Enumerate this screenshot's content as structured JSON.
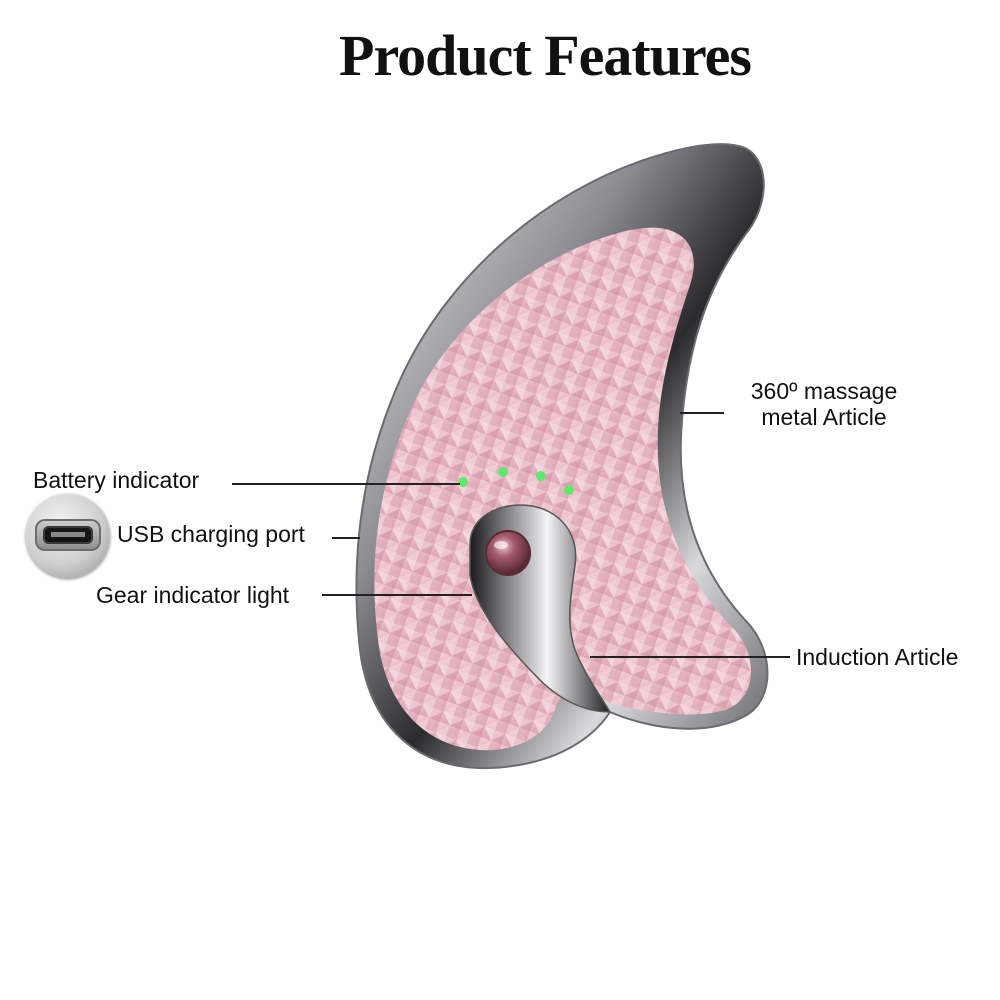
{
  "title": "Product Features",
  "labels": {
    "massage_line1": "360º  massage",
    "massage_line2": "metal Article",
    "battery": "Battery indicator",
    "usb": "USB charging port",
    "gear": "Gear indicator light",
    "induction": "Induction Article"
  },
  "colors": {
    "pink_panel": "#e6b4c0",
    "metal_frame": "#c8c8cc",
    "indicator_green": "#5fe86a",
    "knob": "#8a4c5a"
  },
  "icons": {
    "usb_port": "micro-usb-port-icon"
  }
}
